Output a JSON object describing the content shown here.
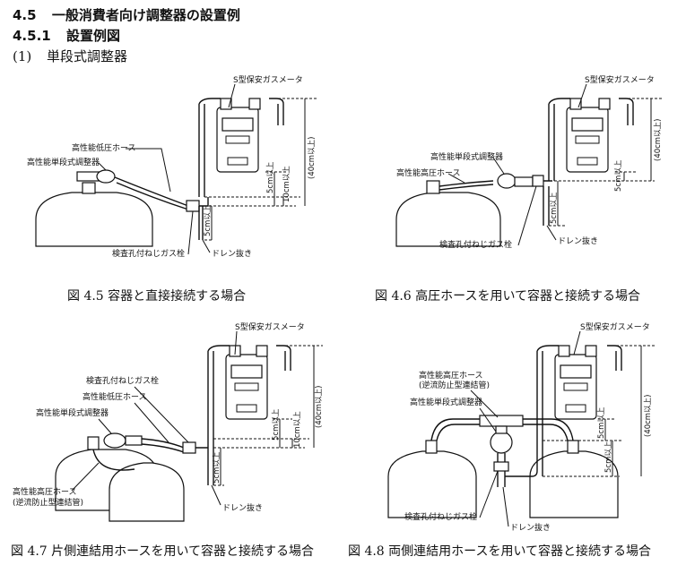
{
  "heading": {
    "section": "4.5",
    "section_title": "一般消費者向け調整器の設置例",
    "subsection": "4.5.1",
    "subsection_title": "設置例図",
    "item_num": "(1)",
    "item_title": "単段式調整器"
  },
  "figures": [
    {
      "caption": "図 4.5 容器と直接接続する場合",
      "labels": {
        "meter": "S型保安ガスメータ",
        "hose": "高性能低圧ホース",
        "regulator": "高性能単段式調整器",
        "plug": "検査孔付ねじガス栓",
        "drain": "ドレン抜き",
        "dim_a": "5cm以上",
        "dim_b": "10cm以上",
        "dim_c": "(40cm以上)",
        "dim_d": "5cm以上"
      }
    },
    {
      "caption": "図 4.6 高圧ホースを用いて容器と接続する場合",
      "labels": {
        "meter": "S型保安ガスメータ",
        "regulator": "高性能単段式調整器",
        "hose": "高性能高圧ホース",
        "plug": "検査孔付ねじガス栓",
        "drain": "ドレン抜き",
        "dim_a": "5cm以上",
        "dim_c": "(40cm以上)",
        "dim_d": "5cm以上"
      }
    },
    {
      "caption": "図 4.7 片側連結用ホースを用いて容器と接続する場合",
      "labels": {
        "meter": "S型保安ガスメータ",
        "plug": "検査孔付ねじガス栓",
        "hose": "高性能低圧ホース",
        "regulator": "高性能単段式調整器",
        "hp_hose_1": "高性能高圧ホース",
        "hp_hose_2": "(逆流防止型連結管)",
        "drain": "ドレン抜き",
        "dim_a": "5cm以上",
        "dim_b": "10cm以上",
        "dim_c": "(40cm以上)",
        "dim_d": "5cm以上"
      }
    },
    {
      "caption": "図 4.8 両側連結用ホースを用いて容器と接続する場合",
      "labels": {
        "meter": "S型保安ガスメータ",
        "hp_hose_1": "高性能高圧ホース",
        "hp_hose_2": "(逆流防止型連結管)",
        "regulator": "高性能単段式調整器",
        "plug": "検査孔付ねじガス栓",
        "drain": "ドレン抜き",
        "dim_a": "5cm以上",
        "dim_c": "(40cm以上)",
        "dim_d": "5cm以上"
      }
    }
  ]
}
